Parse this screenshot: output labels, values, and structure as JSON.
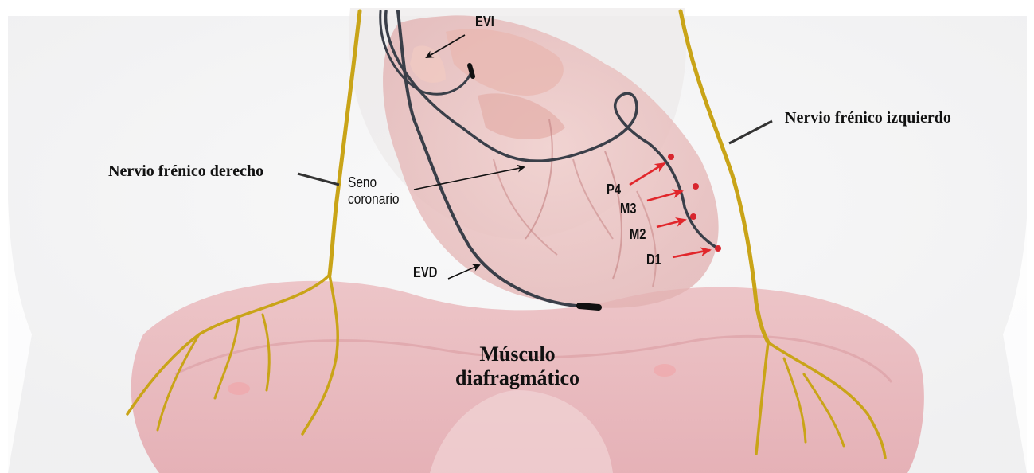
{
  "labels": {
    "evi": "EVI",
    "evd": "EVD",
    "seno_line1": "Seno",
    "seno_line2": "coronario",
    "nervio_derecho": "Nervio frénico derecho",
    "nervio_izquierdo": "Nervio frénico izquierdo",
    "p4": "P4",
    "m3": "M3",
    "m2": "M2",
    "d1": "D1",
    "musculo_line1": "Músculo",
    "musculo_line2": "diafragmático"
  },
  "colors": {
    "nerve": "#c9a418",
    "lead": "#3a3f49",
    "electrode": "#d8262e",
    "red_arrow": "#e1262b",
    "diaphragm": "#e6b2b6",
    "heart": "#ecc4c4"
  }
}
